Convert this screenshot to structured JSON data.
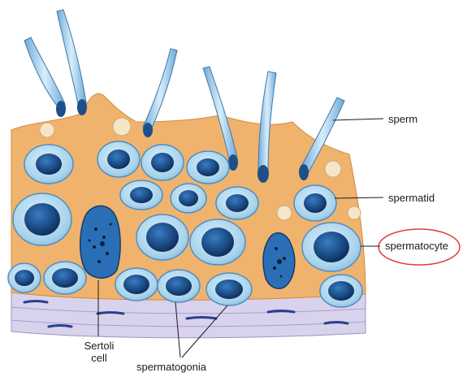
{
  "labels": {
    "sperm": "sperm",
    "spermatid": "spermatid",
    "spermatocyte": "spermatocyte",
    "sertoli_line1": "Sertoli",
    "sertoli_line2": "cell",
    "spermatogonia": "spermatogonia"
  },
  "colors": {
    "background": "#ffffff",
    "sertoli_cytoplasm": "#f0b36e",
    "cell_body": "#a9d3ec",
    "cell_outline": "#4f8fbf",
    "nucleus": "#1d4f8a",
    "nucleus_dark": "#0f2f5c",
    "basement_membrane": "#cfc7e6",
    "basement_fiber": "#2a3f8f",
    "highlight_ellipse": "#e03a3a",
    "leader_line": "#1a1a1a"
  }
}
